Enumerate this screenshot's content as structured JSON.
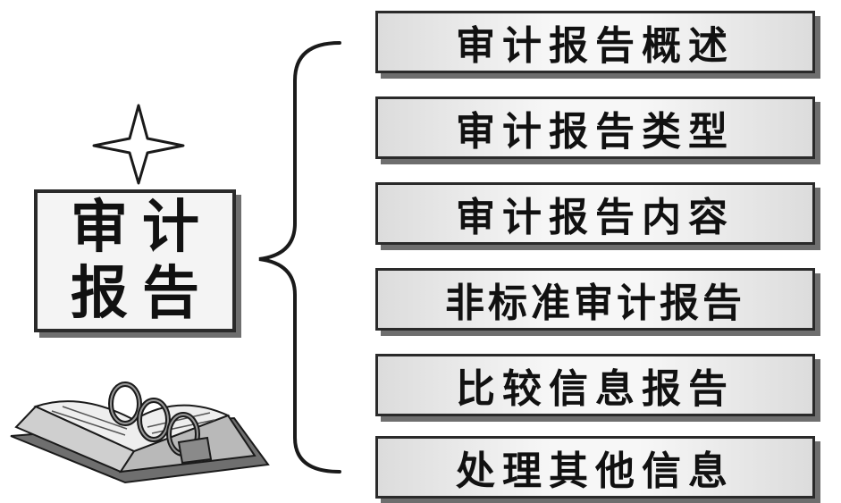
{
  "root": {
    "line1": "审计",
    "line2": "报告"
  },
  "branches": [
    {
      "label": "审计报告概述"
    },
    {
      "label": "审计报告类型"
    },
    {
      "label": "审计报告内容"
    },
    {
      "label": "非标准审计报告"
    },
    {
      "label": "比较信息报告"
    },
    {
      "label": "处理其他信息"
    }
  ],
  "icons": {
    "star": "four-point-star-icon",
    "book": "open-binder-book-icon"
  }
}
